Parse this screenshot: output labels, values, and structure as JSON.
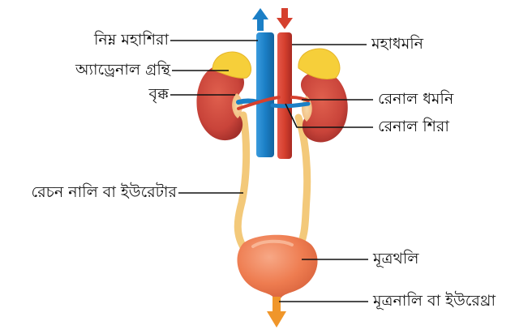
{
  "labels": {
    "inferior_vena_cava": "নিম্ন মহাশিরা",
    "adrenal_gland": "অ্যাড্রেনাল গ্রন্থি",
    "kidney": "বৃক্ক",
    "ureter": "রেচন নালি বা ইউরেটার",
    "aorta": "মহাধমনি",
    "renal_artery": "রেনাল ধমনি",
    "renal_vein": "রেনাল শিরা",
    "bladder": "মূত্রথলি",
    "urethra": "মূত্রনালি বা ইউরেথ্রা"
  },
  "colors": {
    "vein": "#1b7fc6",
    "artery": "#d5402e",
    "kidney": "#c9443a",
    "adrenal": "#f6cf3a",
    "ureter": "#f3c97a",
    "bladder": "#ee7c50",
    "flow_arrow": "#f0962a"
  }
}
